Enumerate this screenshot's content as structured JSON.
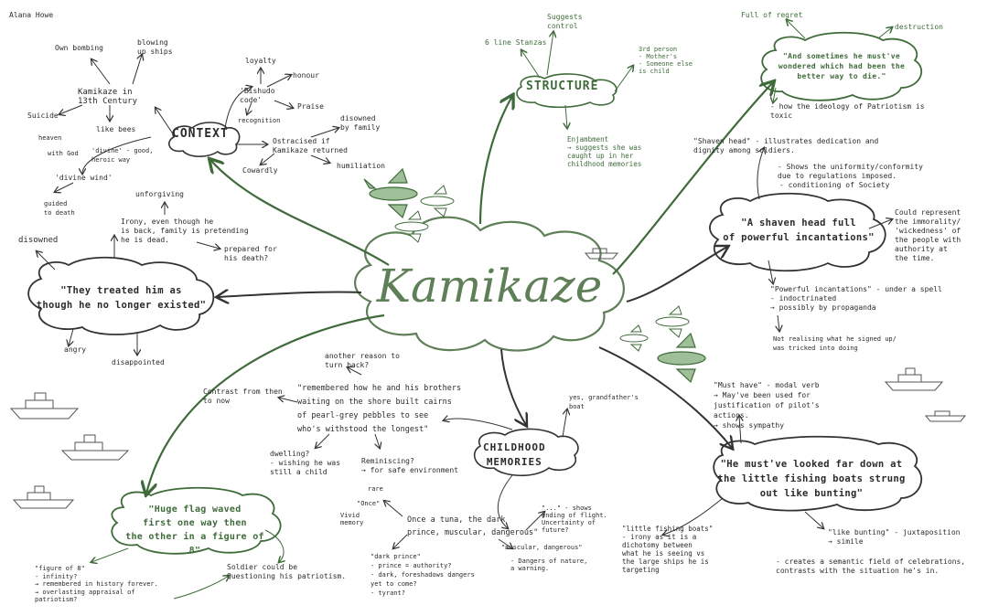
{
  "author": "Alana Howe",
  "center": {
    "title": "Kamikaze"
  },
  "context": {
    "heading": "CONTEXT",
    "items": {
      "century": "Kamikaze in\n13th Century",
      "bombing": "Own bombing",
      "blowing": "blowing\nup ships",
      "suicide": "Suicide",
      "bees": "like bees",
      "heaven": "heaven",
      "with_god": "with God",
      "divine_good": "'divine' - good,\nheroic way",
      "divine_wind": "'divine wind'",
      "guided": "guided\nto death",
      "loyalty": "loyalty",
      "honour": "honour",
      "bushido": "'Bishudo\ncode'",
      "praise": "Praise",
      "recognition": "recognition",
      "ostracised": "Ostracised if\nKamikaze returned",
      "disowned_family": "disowned\nby family",
      "humiliation": "humiliation",
      "cowardly": "Cowardly"
    }
  },
  "structure": {
    "heading": "STRUCTURE",
    "stanzas": "6 line Stanzas",
    "control": "Suggests\ncontrol",
    "third_person": "3rd person\n- Mother's\n- Someone else\nis child",
    "enjambment": "Enjambment\n→ suggests she was\ncaught up in her\nchildhood memories"
  },
  "quote_top_right": {
    "quote": "\"And sometimes he must've\nwondered which had been the\nbetter way to die.\"",
    "regret": "Full of regret",
    "destruction": "destruction",
    "ideology": "- how the ideology of Patriotism is\ntoxic"
  },
  "shaven": {
    "quote": "\"A shaven head full\nof powerful incantations\"",
    "note1": "\"Shaven head\" - illustrates dedication and\ndignity among soldiers.",
    "note2": "- Shows the uniformity/conformity\ndue to regulations imposed.",
    "note3": "- conditioning of Society",
    "could": "Could represent\nthe immorality/\n'wickedness' of\nthe people with\nauthority at\nthe time.",
    "incant": "\"Powerful incantations\" - under a spell\n- indoctrinated\n→ possibly by propaganda",
    "realising": "Not realising what he signed up/\nwas tricked into doing"
  },
  "existed": {
    "quote": "\"They treated him as\nthough he no longer existed\"",
    "disowned": "disowned",
    "unforgiving": "unforgiving",
    "irony": "Irony, even though he\nis back, family is pretending\nhe is dead.",
    "prepared": "prepared for\nhis death?",
    "angry": "angry",
    "disappointed": "disappointed"
  },
  "childhood": {
    "heading": "CHILDHOOD\nMEMORIES",
    "quote1": "\"remembered how he and his brothers\nwaiting on the shore built cairns\nof pearl-grey pebbles to see\nwho's withstood the longest\"",
    "another": "another reason to\nturn back?",
    "contrast": "Contrast from then\nto now",
    "dwelling": "dwelling?\n- wishing he was\nstill a child",
    "reminiscing": "Reminiscing?\n→ for safe environment",
    "grandfather": "yes, grandfather's\nboat",
    "tuna": "Once a tuna, the dark\nprince, muscular, dangerous\"",
    "rare": "rare",
    "once": "\"Once\"",
    "vivid": "Vivid\nmemory",
    "list": "\"...\" - shows\nending of flight.\nUncertainty of\nfuture?",
    "muscular": "\"muscular, dangerous\"",
    "dangers": "- Dangers of nature,\na warning.",
    "dark_prince": "\"dark prince\"\n- prince = authority?\n- dark, foreshadows dangers\nyet to come?\n- tyrant?"
  },
  "flag": {
    "quote": "\"Huge flag waved\nfirst one way then\nthe other in a figure of 8\"",
    "figure8": "\"figure of 8\"\n- infinity?\n→ remembered in history forever.\n→ overlasting appraisal of\npatriotism?",
    "soldier": "Soldier could be\nQuestioning his patriotism."
  },
  "bunting": {
    "quote": "\"He must've looked far down at\nthe little fishing boats strung\nout like bunting\"",
    "must_have": "\"Must have\" - modal verb\n→ May've been used for\njustification of pilot's\nactions.\n→ shows sympathy",
    "little": "\"little fishing boats\"\n- irony as it is a\ndichotomy between\nwhat he is seeing vs\nthe large ships he is\ntargeting",
    "like_bunting": "\"like bunting\" - juxtaposition\n→ simile",
    "semantic": "- creates a semantic field of celebrations,\ncontrasts with the situation he's in."
  },
  "colors": {
    "green": "#3f6b3a",
    "dark": "#2b2b2b"
  }
}
